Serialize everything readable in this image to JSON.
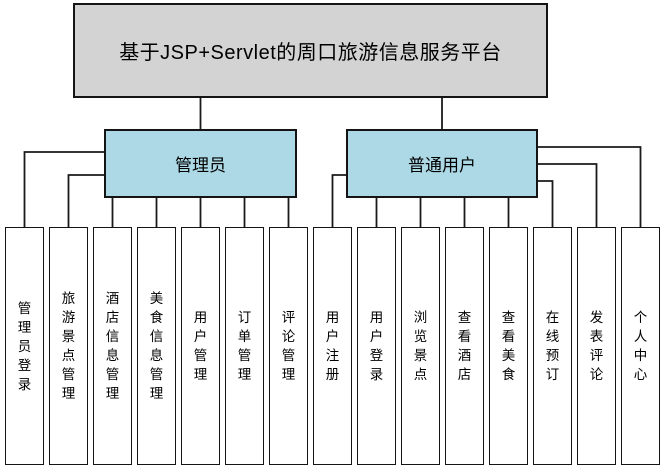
{
  "diagram": {
    "title": "基于JSP+Servlet的周口旅游信息服务平台",
    "colors": {
      "root_fill": "#d3d3d3",
      "actor_fill": "#add9e6",
      "leaf_fill": "#ffffff",
      "border": "#141414",
      "line": "#1a1a1a"
    },
    "actors": [
      {
        "name": "admin",
        "label": "管理员",
        "children": [
          {
            "name": "admin-login",
            "label": "管理员登录"
          },
          {
            "name": "scenic-spot-management",
            "label": "旅游景点管理"
          },
          {
            "name": "hotel-info-management",
            "label": "酒店信息管理"
          },
          {
            "name": "food-info-management",
            "label": "美食信息管理"
          },
          {
            "name": "user-management",
            "label": "用户管理"
          },
          {
            "name": "order-management",
            "label": "订单管理"
          },
          {
            "name": "comment-management",
            "label": "评论管理"
          }
        ]
      },
      {
        "name": "normal-user",
        "label": "普通用户",
        "children": [
          {
            "name": "user-register",
            "label": "用户注册"
          },
          {
            "name": "user-login",
            "label": "用户登录"
          },
          {
            "name": "browse-scenic-spots",
            "label": "浏览景点"
          },
          {
            "name": "view-hotels",
            "label": "查看酒店"
          },
          {
            "name": "view-food",
            "label": "查看美食"
          },
          {
            "name": "online-booking",
            "label": "在线预订"
          },
          {
            "name": "post-comments",
            "label": "发表评论"
          },
          {
            "name": "personal-center",
            "label": "个人中心"
          }
        ]
      }
    ]
  }
}
